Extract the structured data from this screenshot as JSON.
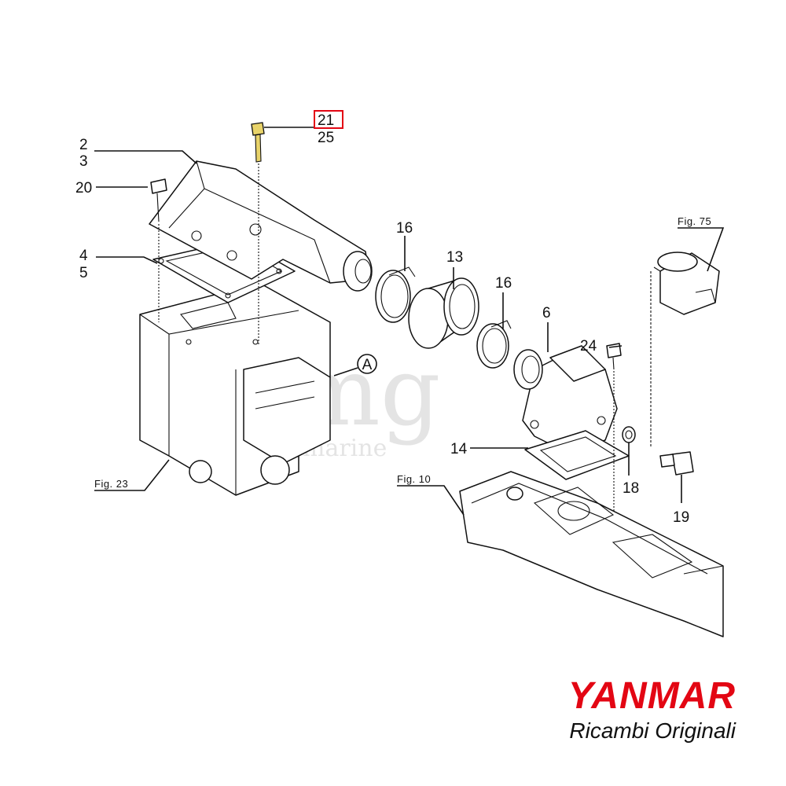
{
  "callouts": {
    "n2": "2",
    "n3": "3",
    "n4": "4",
    "n5": "5",
    "n6": "6",
    "n13": "13",
    "n14": "14",
    "n16a": "16",
    "n16b": "16",
    "n18": "18",
    "n19": "19",
    "n20": "20",
    "n21": "21",
    "n24": "24",
    "n25": "25",
    "a": "A"
  },
  "figure_refs": {
    "fig75": "Fig. 75",
    "fig23": "Fig. 23",
    "fig10": "Fig. 10"
  },
  "highlight": {
    "part": "21",
    "color": "#e30613",
    "part_fill": "#e8d36a"
  },
  "watermark": {
    "big": "mg",
    "small": "marine"
  },
  "brand": {
    "name": "YANMAR",
    "tagline": "Ricambi Originali",
    "color": "#e30613"
  }
}
